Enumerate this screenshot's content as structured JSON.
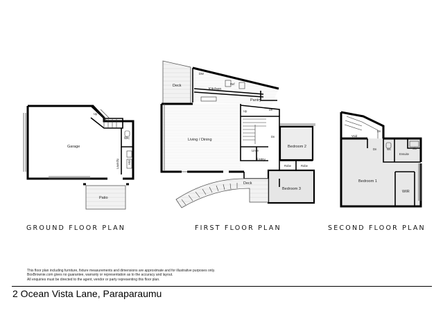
{
  "plans": {
    "ground": {
      "caption": "GROUND FLOOR PLAN",
      "rooms": {
        "up": "Up",
        "wc": "Wc",
        "garage": "Garage",
        "laundry": "Laundry",
        "patio": "Patio",
        "hw": "HW"
      }
    },
    "first": {
      "caption": "FIRST FLOOR PLAN",
      "rooms": {
        "deck_top": "Deck",
        "kitchen": "Kitchen",
        "pantry": "Pantry",
        "up": "Up",
        "dn": "Dn",
        "living": "Living / Dining",
        "linen": "Linen",
        "entry": "Entry",
        "bedroom2": "Bedroom 2",
        "robe1": "Robe",
        "robe2": "Robe",
        "bedroom3": "Bedroom 3",
        "deck_bottom": "Deck",
        "dw": "DW",
        "ref": "Ref",
        "dn2": "Dn"
      }
    },
    "second": {
      "caption": "SECOND FLOOR PLAN",
      "rooms": {
        "void": "Void",
        "wc": "Wc",
        "dn": "Dn",
        "ensuite": "Ensuite",
        "shr": "Shr",
        "bedroom1": "Bedroom 1",
        "wir": "WIR",
        "dn2": "Dn"
      }
    }
  },
  "disclaimer": [
    "This floor plan including furniture, fixture measurements and dimensions are approximate and for illustrative purposes only.",
    "BoxBrownie.com gives no guarantee, warranty or representation as to the accuracy and layout.",
    "All enquiries must be directed to the agent, vendor or party representing this floor plan."
  ],
  "address": "2 Ocean Vista Lane, Paraparaumu",
  "colors": {
    "wall": "#000000",
    "deck_fill": "#f0f0f0",
    "bedroom_fill": "#e6e6e6",
    "background": "#ffffff"
  }
}
